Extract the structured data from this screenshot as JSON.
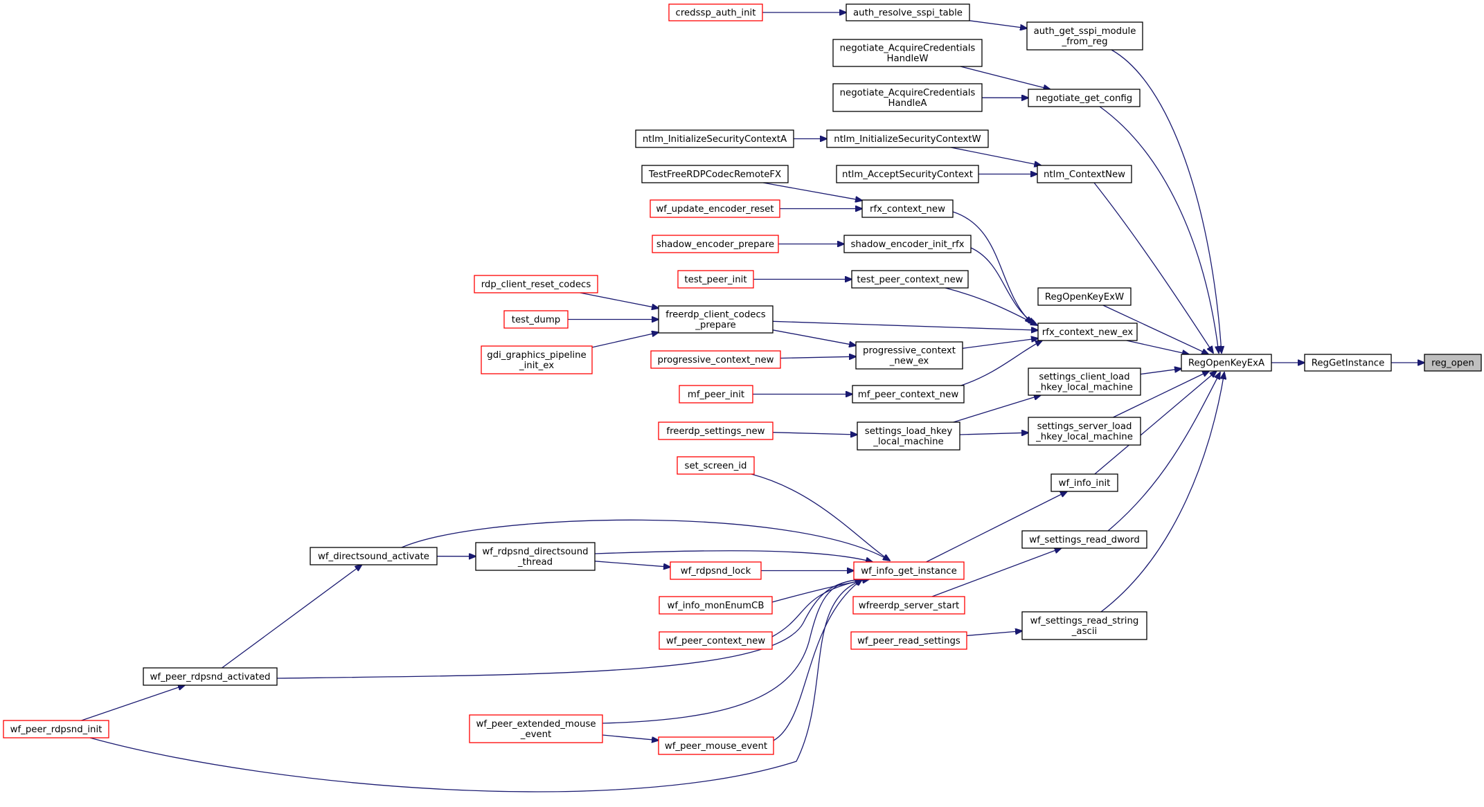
{
  "colors": {
    "edge": "#191970",
    "node_border_normal": "#000000",
    "node_border_truncated": "#ff0000",
    "node_fill": "#ffffff",
    "focus_fill": "#bfbfbf"
  },
  "nodes": [
    {
      "id": "reg_open",
      "lines": [
        "reg_open"
      ],
      "style": "focus"
    },
    {
      "id": "RegGetInstance",
      "lines": [
        "RegGetInstance"
      ],
      "style": "normal"
    },
    {
      "id": "RegOpenKeyExA",
      "lines": [
        "RegOpenKeyExA"
      ],
      "style": "normal"
    },
    {
      "id": "auth_get_sspi_module_from_reg",
      "lines": [
        "auth_get_sspi_module",
        "_from_reg"
      ],
      "style": "normal"
    },
    {
      "id": "auth_resolve_sspi_table",
      "lines": [
        "auth_resolve_sspi_table"
      ],
      "style": "normal"
    },
    {
      "id": "credssp_auth_init",
      "lines": [
        "credssp_auth_init"
      ],
      "style": "truncated"
    },
    {
      "id": "negotiate_get_config",
      "lines": [
        "negotiate_get_config"
      ],
      "style": "normal"
    },
    {
      "id": "negotiate_AcquireCredentialsHandleW",
      "lines": [
        "negotiate_AcquireCredentials",
        "HandleW"
      ],
      "style": "normal"
    },
    {
      "id": "negotiate_AcquireCredentialsHandleA",
      "lines": [
        "negotiate_AcquireCredentials",
        "HandleA"
      ],
      "style": "normal"
    },
    {
      "id": "ntlm_ContextNew",
      "lines": [
        "ntlm_ContextNew"
      ],
      "style": "normal"
    },
    {
      "id": "ntlm_InitializeSecurityContextW",
      "lines": [
        "ntlm_InitializeSecurityContextW"
      ],
      "style": "normal"
    },
    {
      "id": "ntlm_InitializeSecurityContextA",
      "lines": [
        "ntlm_InitializeSecurityContextA"
      ],
      "style": "normal"
    },
    {
      "id": "ntlm_AcceptSecurityContext",
      "lines": [
        "ntlm_AcceptSecurityContext"
      ],
      "style": "normal"
    },
    {
      "id": "RegOpenKeyExW",
      "lines": [
        "RegOpenKeyExW"
      ],
      "style": "normal"
    },
    {
      "id": "rfx_context_new_ex",
      "lines": [
        "rfx_context_new_ex"
      ],
      "style": "normal"
    },
    {
      "id": "rfx_context_new",
      "lines": [
        "rfx_context_new"
      ],
      "style": "normal"
    },
    {
      "id": "TestFreeRDPCodecRemoteFX",
      "lines": [
        "TestFreeRDPCodecRemoteFX"
      ],
      "style": "normal"
    },
    {
      "id": "wf_update_encoder_reset",
      "lines": [
        "wf_update_encoder_reset"
      ],
      "style": "truncated"
    },
    {
      "id": "shadow_encoder_init_rfx",
      "lines": [
        "shadow_encoder_init_rfx"
      ],
      "style": "normal"
    },
    {
      "id": "shadow_encoder_prepare",
      "lines": [
        "shadow_encoder_prepare"
      ],
      "style": "truncated"
    },
    {
      "id": "test_peer_context_new",
      "lines": [
        "test_peer_context_new"
      ],
      "style": "normal"
    },
    {
      "id": "test_peer_init",
      "lines": [
        "test_peer_init"
      ],
      "style": "truncated"
    },
    {
      "id": "freerdp_client_codecs_prepare",
      "lines": [
        "freerdp_client_codecs",
        "_prepare"
      ],
      "style": "normal"
    },
    {
      "id": "rdp_client_reset_codecs",
      "lines": [
        "rdp_client_reset_codecs"
      ],
      "style": "truncated"
    },
    {
      "id": "test_dump",
      "lines": [
        "test_dump"
      ],
      "style": "truncated"
    },
    {
      "id": "gdi_graphics_pipeline_init_ex",
      "lines": [
        "gdi_graphics_pipeline",
        "_init_ex"
      ],
      "style": "truncated"
    },
    {
      "id": "progressive_context_new_ex",
      "lines": [
        "progressive_context",
        "_new_ex"
      ],
      "style": "normal"
    },
    {
      "id": "progressive_context_new",
      "lines": [
        "progressive_context_new"
      ],
      "style": "truncated"
    },
    {
      "id": "mf_peer_context_new",
      "lines": [
        "mf_peer_context_new"
      ],
      "style": "normal"
    },
    {
      "id": "mf_peer_init",
      "lines": [
        "mf_peer_init"
      ],
      "style": "truncated"
    },
    {
      "id": "settings_client_load_hkey_local_machine",
      "lines": [
        "settings_client_load",
        "_hkey_local_machine"
      ],
      "style": "normal"
    },
    {
      "id": "settings_load_hkey_local_machine",
      "lines": [
        "settings_load_hkey",
        "_local_machine"
      ],
      "style": "normal"
    },
    {
      "id": "freerdp_settings_new",
      "lines": [
        "freerdp_settings_new"
      ],
      "style": "truncated"
    },
    {
      "id": "settings_server_load_hkey_local_machine",
      "lines": [
        "settings_server_load",
        "_hkey_local_machine"
      ],
      "style": "normal"
    },
    {
      "id": "wf_info_init",
      "lines": [
        "wf_info_init"
      ],
      "style": "normal"
    },
    {
      "id": "wf_info_get_instance",
      "lines": [
        "wf_info_get_instance"
      ],
      "style": "truncated"
    },
    {
      "id": "set_screen_id",
      "lines": [
        "set_screen_id"
      ],
      "style": "truncated"
    },
    {
      "id": "wf_directsound_activate",
      "lines": [
        "wf_directsound_activate"
      ],
      "style": "normal"
    },
    {
      "id": "wf_rdpsnd_directsound_thread",
      "lines": [
        "wf_rdpsnd_directsound",
        "_thread"
      ],
      "style": "normal"
    },
    {
      "id": "wf_rdpsnd_lock",
      "lines": [
        "wf_rdpsnd_lock"
      ],
      "style": "truncated"
    },
    {
      "id": "wf_info_monEnumCB",
      "lines": [
        "wf_info_monEnumCB"
      ],
      "style": "truncated"
    },
    {
      "id": "wf_peer_context_new",
      "lines": [
        "wf_peer_context_new"
      ],
      "style": "truncated"
    },
    {
      "id": "wf_peer_rdpsnd_activated",
      "lines": [
        "wf_peer_rdpsnd_activated"
      ],
      "style": "normal"
    },
    {
      "id": "wf_peer_rdpsnd_init",
      "lines": [
        "wf_peer_rdpsnd_init"
      ],
      "style": "truncated"
    },
    {
      "id": "wf_peer_extended_mouse_event",
      "lines": [
        "wf_peer_extended_mouse",
        "_event"
      ],
      "style": "truncated"
    },
    {
      "id": "wf_peer_mouse_event",
      "lines": [
        "wf_peer_mouse_event"
      ],
      "style": "truncated"
    },
    {
      "id": "wf_settings_read_dword",
      "lines": [
        "wf_settings_read_dword"
      ],
      "style": "normal"
    },
    {
      "id": "wfreerdp_server_start",
      "lines": [
        "wfreerdp_server_start"
      ],
      "style": "truncated"
    },
    {
      "id": "wf_settings_read_string_ascii",
      "lines": [
        "wf_settings_read_string",
        "_ascii"
      ],
      "style": "normal"
    },
    {
      "id": "wf_peer_read_settings",
      "lines": [
        "wf_peer_read_settings"
      ],
      "style": "truncated"
    }
  ],
  "edges": [
    {
      "from": "RegGetInstance",
      "to": "reg_open"
    },
    {
      "from": "RegOpenKeyExA",
      "to": "RegGetInstance"
    },
    {
      "from": "auth_get_sspi_module_from_reg",
      "to": "RegOpenKeyExA"
    },
    {
      "from": "auth_resolve_sspi_table",
      "to": "auth_get_sspi_module_from_reg"
    },
    {
      "from": "credssp_auth_init",
      "to": "auth_resolve_sspi_table"
    },
    {
      "from": "negotiate_get_config",
      "to": "RegOpenKeyExA"
    },
    {
      "from": "negotiate_AcquireCredentialsHandleW",
      "to": "negotiate_get_config"
    },
    {
      "from": "negotiate_AcquireCredentialsHandleA",
      "to": "negotiate_get_config"
    },
    {
      "from": "ntlm_ContextNew",
      "to": "RegOpenKeyExA"
    },
    {
      "from": "ntlm_InitializeSecurityContextW",
      "to": "ntlm_ContextNew"
    },
    {
      "from": "ntlm_InitializeSecurityContextA",
      "to": "ntlm_InitializeSecurityContextW"
    },
    {
      "from": "ntlm_AcceptSecurityContext",
      "to": "ntlm_ContextNew"
    },
    {
      "from": "RegOpenKeyExW",
      "to": "RegOpenKeyExA"
    },
    {
      "from": "rfx_context_new_ex",
      "to": "RegOpenKeyExA"
    },
    {
      "from": "rfx_context_new",
      "to": "rfx_context_new_ex"
    },
    {
      "from": "TestFreeRDPCodecRemoteFX",
      "to": "rfx_context_new"
    },
    {
      "from": "wf_update_encoder_reset",
      "to": "rfx_context_new"
    },
    {
      "from": "shadow_encoder_init_rfx",
      "to": "rfx_context_new_ex"
    },
    {
      "from": "shadow_encoder_prepare",
      "to": "shadow_encoder_init_rfx"
    },
    {
      "from": "test_peer_context_new",
      "to": "rfx_context_new_ex"
    },
    {
      "from": "test_peer_init",
      "to": "test_peer_context_new"
    },
    {
      "from": "freerdp_client_codecs_prepare",
      "to": "rfx_context_new_ex"
    },
    {
      "from": "rdp_client_reset_codecs",
      "to": "freerdp_client_codecs_prepare"
    },
    {
      "from": "test_dump",
      "to": "freerdp_client_codecs_prepare"
    },
    {
      "from": "gdi_graphics_pipeline_init_ex",
      "to": "freerdp_client_codecs_prepare"
    },
    {
      "from": "freerdp_client_codecs_prepare",
      "to": "progressive_context_new_ex"
    },
    {
      "from": "progressive_context_new_ex",
      "to": "rfx_context_new_ex"
    },
    {
      "from": "progressive_context_new",
      "to": "progressive_context_new_ex"
    },
    {
      "from": "mf_peer_context_new",
      "to": "rfx_context_new_ex"
    },
    {
      "from": "mf_peer_init",
      "to": "mf_peer_context_new"
    },
    {
      "from": "settings_client_load_hkey_local_machine",
      "to": "RegOpenKeyExA"
    },
    {
      "from": "settings_load_hkey_local_machine",
      "to": "settings_client_load_hkey_local_machine"
    },
    {
      "from": "freerdp_settings_new",
      "to": "settings_load_hkey_local_machine"
    },
    {
      "from": "settings_server_load_hkey_local_machine",
      "to": "RegOpenKeyExA"
    },
    {
      "from": "settings_load_hkey_local_machine",
      "to": "settings_server_load_hkey_local_machine"
    },
    {
      "from": "wf_info_init",
      "to": "RegOpenKeyExA"
    },
    {
      "from": "wf_info_get_instance",
      "to": "wf_info_init"
    },
    {
      "from": "set_screen_id",
      "to": "wf_info_get_instance"
    },
    {
      "from": "wf_directsound_activate",
      "to": "wf_info_get_instance"
    },
    {
      "from": "wf_rdpsnd_directsound_thread",
      "to": "wf_info_get_instance"
    },
    {
      "from": "wf_directsound_activate",
      "to": "wf_rdpsnd_directsound_thread"
    },
    {
      "from": "wf_rdpsnd_lock",
      "to": "wf_info_get_instance"
    },
    {
      "from": "wf_rdpsnd_directsound_thread",
      "to": "wf_rdpsnd_lock"
    },
    {
      "from": "wf_info_monEnumCB",
      "to": "wf_info_get_instance"
    },
    {
      "from": "wf_peer_context_new",
      "to": "wf_info_get_instance"
    },
    {
      "from": "wf_peer_rdpsnd_activated",
      "to": "wf_info_get_instance"
    },
    {
      "from": "wf_peer_rdpsnd_activated",
      "to": "wf_directsound_activate"
    },
    {
      "from": "wf_peer_rdpsnd_init",
      "to": "wf_peer_rdpsnd_activated"
    },
    {
      "from": "wf_peer_rdpsnd_init",
      "to": "wf_info_get_instance"
    },
    {
      "from": "wf_peer_extended_mouse_event",
      "to": "wf_info_get_instance"
    },
    {
      "from": "wf_peer_mouse_event",
      "to": "wf_info_get_instance"
    },
    {
      "from": "wf_peer_extended_mouse_event",
      "to": "wf_peer_mouse_event"
    },
    {
      "from": "wf_settings_read_dword",
      "to": "RegOpenKeyExA"
    },
    {
      "from": "wfreerdp_server_start",
      "to": "wf_settings_read_dword"
    },
    {
      "from": "wf_settings_read_string_ascii",
      "to": "RegOpenKeyExA"
    },
    {
      "from": "wf_peer_read_settings",
      "to": "wf_settings_read_string_ascii"
    }
  ]
}
